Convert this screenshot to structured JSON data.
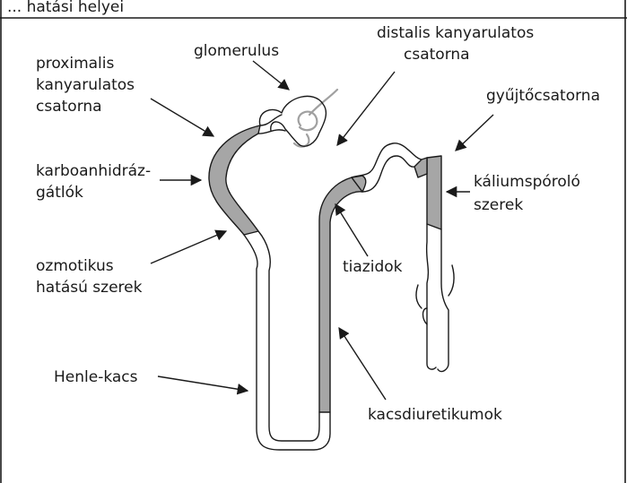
{
  "header": {
    "title": "... hatási helyei"
  },
  "labels": {
    "glomerulus": "glomerulus",
    "distal_1": "distalis kanyarulatos",
    "distal_2": "csatorna",
    "prox_1": "proximalis",
    "prox_2": "kanyarulatos",
    "prox_3": "csatorna",
    "collecting": "gyűjtőcsatorna",
    "carbo_1": "karboanhidráz-",
    "carbo_2": "gátlók",
    "kalium_1": "káliumspóroló",
    "kalium_2": "szerek",
    "tiazid": "tiazidok",
    "osmo_1": "ozmotikus",
    "osmo_2": "hatású szerek",
    "henle": "Henle-kacs",
    "loop": "kacsdiuretikumok"
  },
  "colors": {
    "highlight": "#a6a6a6",
    "glomerular_capillary": "#a0a0a0",
    "outline": "#1a1a1a",
    "frame": "#1a1a1a"
  }
}
